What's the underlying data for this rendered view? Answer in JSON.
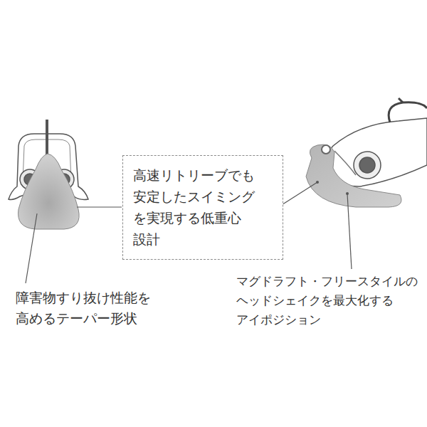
{
  "diagram": {
    "nodes": [
      {
        "text": [
          "高速リトリーブでも 安定したスイミング を実現する低重心 設計"
        ]
      }
    ],
    "edges": [],
    "labels": [
      "障害物すり抜け性能を 高めるテーパー形状",
      "マグドラフト・フリースタイルの ヘッドシェイクを最大化する アイポジション"
    ]
  }
}
